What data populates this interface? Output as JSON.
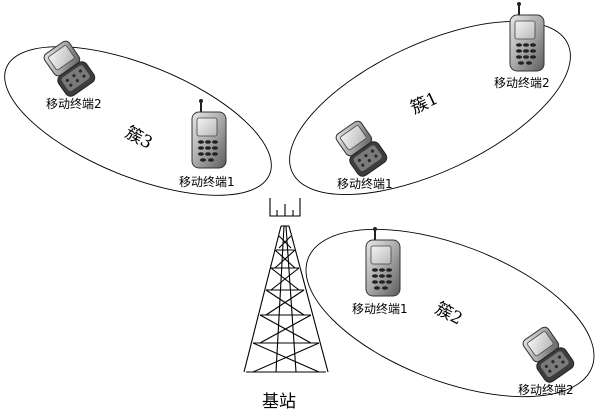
{
  "base_station": {
    "label": "基站"
  },
  "clusters": [
    {
      "label": "簇3",
      "terminals": [
        {
          "label": "移动终端2",
          "phone": "flip-phone-icon"
        },
        {
          "label": "移动终端1",
          "phone": "bar-phone-icon"
        }
      ]
    },
    {
      "label": "簇1",
      "terminals": [
        {
          "label": "移动终端1",
          "phone": "flip-phone-icon"
        },
        {
          "label": "移动终端2",
          "phone": "bar-phone-icon"
        }
      ]
    },
    {
      "label": "簇2",
      "terminals": [
        {
          "label": "移动终端1",
          "phone": "bar-phone-icon"
        },
        {
          "label": "移动终端2",
          "phone": "flip-phone-icon"
        }
      ]
    }
  ]
}
